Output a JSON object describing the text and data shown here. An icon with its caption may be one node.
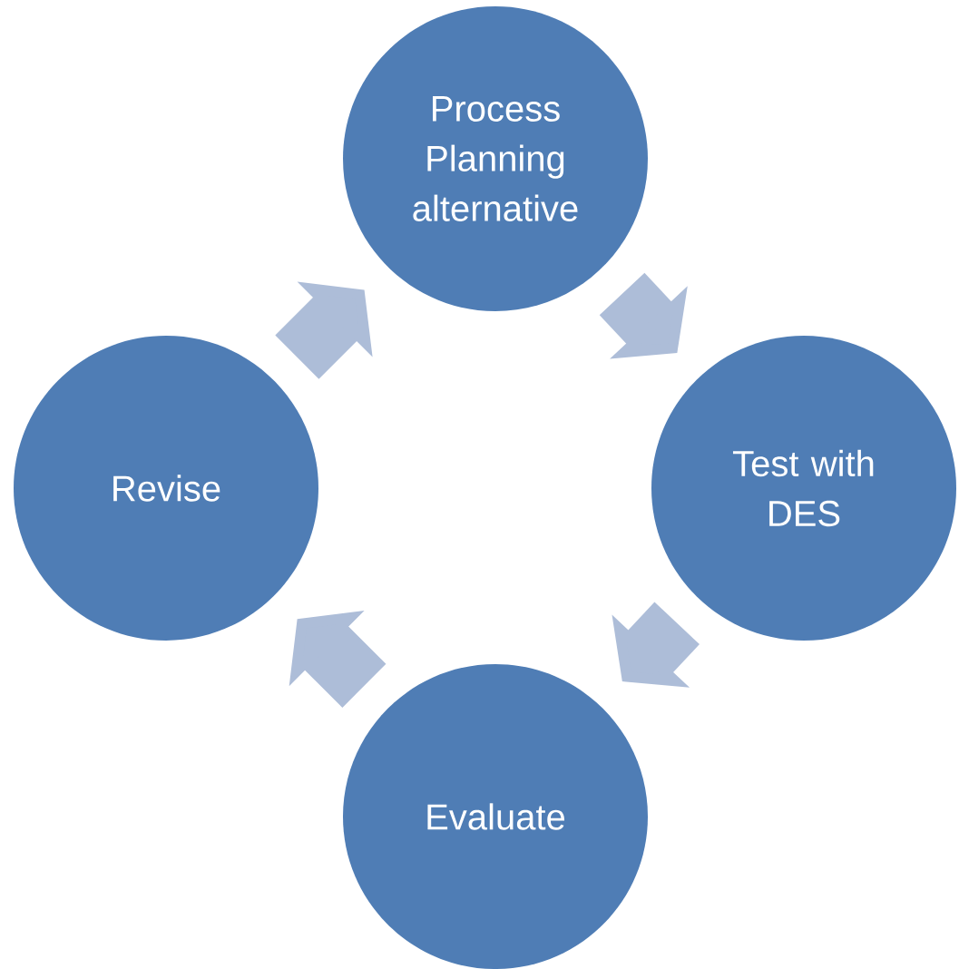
{
  "diagram": {
    "nodes": [
      {
        "text": [
          "Process Planning alternative"
        ]
      },
      {
        "text": [
          "Test with DES"
        ]
      },
      {
        "text": [
          "Evaluate"
        ]
      },
      {
        "text": [
          "Revise"
        ]
      }
    ],
    "edges": [
      {
        "from": 0,
        "to": 1,
        "arrow": "to"
      },
      {
        "from": 1,
        "to": 2,
        "arrow": "to"
      },
      {
        "from": 2,
        "to": 3,
        "arrow": "to"
      },
      {
        "from": 3,
        "to": 0,
        "arrow": "to"
      }
    ]
  }
}
